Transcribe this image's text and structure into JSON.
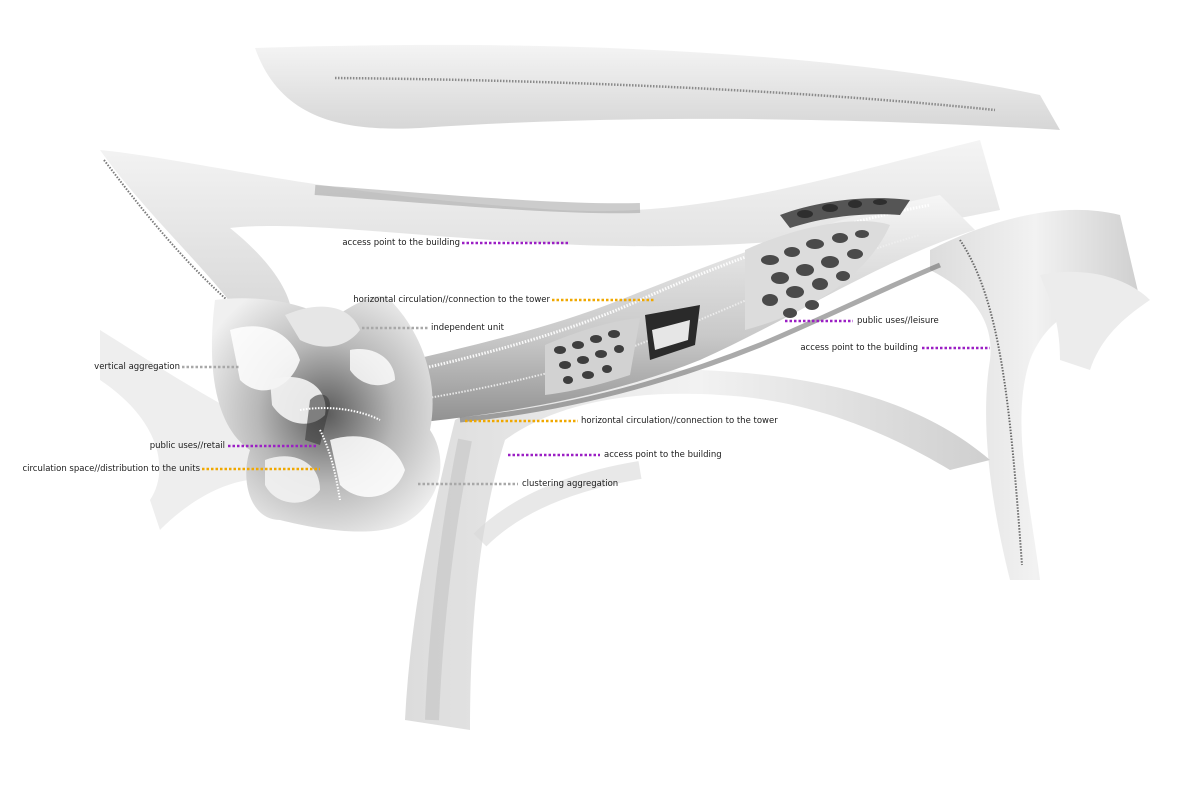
{
  "colors": {
    "access": "#9b1fc4",
    "circulation": "#f0a800",
    "unit": "#a8a8a8",
    "structure": "#e8e8e8",
    "shadow": "#9a9a9a",
    "dark": "#4a4a4a"
  },
  "annotations": [
    {
      "id": "a1",
      "text": "access point to the building",
      "kind": "access"
    },
    {
      "id": "a2",
      "text": "horizontal circulation//connection to the tower",
      "kind": "circulation"
    },
    {
      "id": "a3",
      "text": "independent unit",
      "kind": "unit"
    },
    {
      "id": "a4",
      "text": "vertical aggregation",
      "kind": "unit"
    },
    {
      "id": "a5",
      "text": "public uses//leisure",
      "kind": "access"
    },
    {
      "id": "a6",
      "text": "access point to the building",
      "kind": "access"
    },
    {
      "id": "a7",
      "text": "horizontal circulation//connection to the tower",
      "kind": "circulation"
    },
    {
      "id": "a8",
      "text": "public uses//retail",
      "kind": "access"
    },
    {
      "id": "a9",
      "text": "access point to the building",
      "kind": "access"
    },
    {
      "id": "a10",
      "text": "circulation space//distribution to the units",
      "kind": "circulation"
    },
    {
      "id": "a11",
      "text": "clustering aggregation",
      "kind": "unit"
    }
  ]
}
